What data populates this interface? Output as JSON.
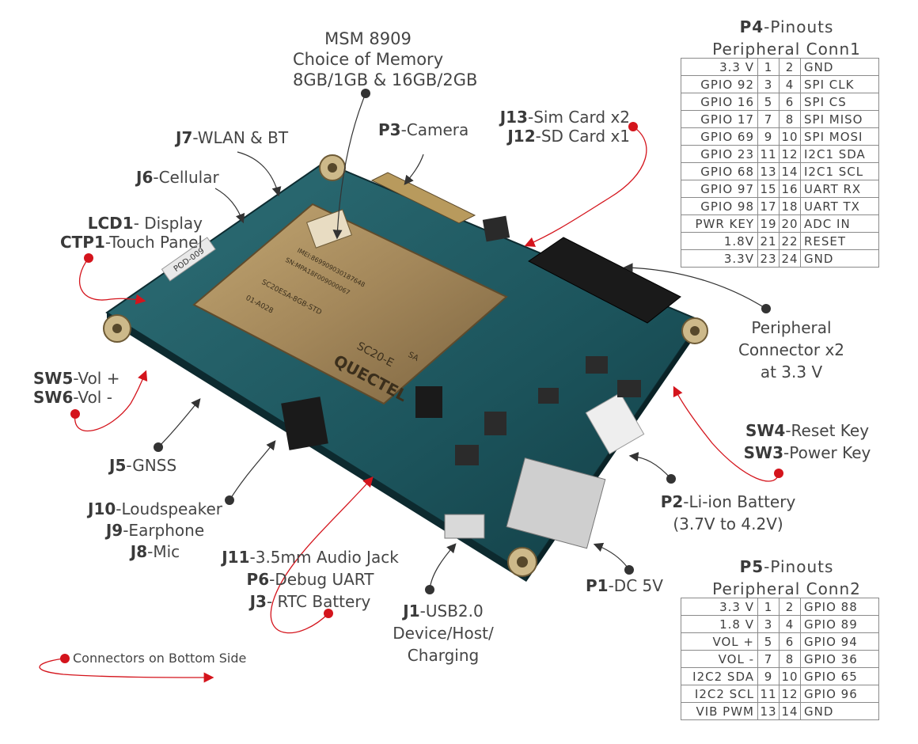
{
  "labels": {
    "msm": {
      "line1": "MSM 8909",
      "line2": "Choice of Memory",
      "line3": "8GB/1GB & 16GB/2GB"
    },
    "p3": {
      "code": "P3",
      "text": "-Camera"
    },
    "j13": {
      "code": "J13",
      "text": "-Sim Card x2"
    },
    "j12": {
      "code": "J12",
      "text": "-SD Card x1"
    },
    "j7": {
      "code": "J7",
      "text": "-WLAN & BT"
    },
    "j6": {
      "code": "J6",
      "text": "-Cellular"
    },
    "lcd1": {
      "code": "LCD1",
      "text": "- Display"
    },
    "ctp1": {
      "code": "CTP1",
      "text": "-Touch Panel"
    },
    "sw5": {
      "code": "SW5",
      "text": "-Vol +"
    },
    "sw6": {
      "code": "SW6",
      "text": "-Vol -"
    },
    "j5": {
      "code": "J5",
      "text": "-GNSS"
    },
    "j10": {
      "code": "J10",
      "text": "-Loudspeaker"
    },
    "j9": {
      "code": "J9",
      "text": "-Earphone"
    },
    "j8": {
      "code": "J8",
      "text": "-Mic"
    },
    "j11": {
      "code": "J11",
      "text": "-3.5mm Audio Jack"
    },
    "p6": {
      "code": "P6",
      "text": "-Debug UART"
    },
    "j3": {
      "code": "J3",
      "text": "- RTC Battery"
    },
    "j1": {
      "code": "J1",
      "text": "-USB2.0",
      "line2": "Device/Host/",
      "line3": "Charging"
    },
    "p1": {
      "code": "P1",
      "text": "-DC 5V"
    },
    "p2": {
      "code": "P2",
      "text": "-Li-ion Battery",
      "line2": "(3.7V to 4.2V)"
    },
    "sw4": {
      "code": "SW4",
      "text": "-Reset Key"
    },
    "sw3": {
      "code": "SW3",
      "text": "-Power Key"
    },
    "periph": {
      "line1": "Peripheral",
      "line2": "Connector x2",
      "line3": "at 3.3 V"
    }
  },
  "legend": {
    "text": "Connectors on Bottom Side"
  },
  "p4": {
    "title_code": "P4",
    "title_text": "-Pinouts",
    "subtitle": "Peripheral Conn1",
    "rows": [
      [
        "3.3 V",
        "1",
        "2",
        "GND"
      ],
      [
        "GPIO 92",
        "3",
        "4",
        "SPI CLK"
      ],
      [
        "GPIO 16",
        "5",
        "6",
        "SPI CS"
      ],
      [
        "GPIO 17",
        "7",
        "8",
        "SPI MISO"
      ],
      [
        "GPIO 69",
        "9",
        "10",
        "SPI MOSI"
      ],
      [
        "GPIO 23",
        "11",
        "12",
        "I2C1 SDA"
      ],
      [
        "GPIO 68",
        "13",
        "14",
        "I2C1 SCL"
      ],
      [
        "GPIO 97",
        "15",
        "16",
        "UART RX"
      ],
      [
        "GPIO 98",
        "17",
        "18",
        "UART TX"
      ],
      [
        "PWR KEY",
        "19",
        "20",
        "ADC IN"
      ],
      [
        "1.8V",
        "21",
        "22",
        "RESET"
      ],
      [
        "3.3V",
        "23",
        "24",
        "GND"
      ]
    ]
  },
  "p5": {
    "title_code": "P5",
    "title_text": "-Pinouts",
    "subtitle": "Peripheral Conn2",
    "rows": [
      [
        "3.3 V",
        "1",
        "2",
        "GPIO 88"
      ],
      [
        "1.8 V",
        "3",
        "4",
        "GPIO 89"
      ],
      [
        "VOL +",
        "5",
        "6",
        "GPIO 94"
      ],
      [
        "VOL -",
        "7",
        "8",
        "GPIO 36"
      ],
      [
        "I2C2 SDA",
        "9",
        "10",
        "GPIO 65"
      ],
      [
        "I2C2 SCL",
        "11",
        "12",
        "GPIO 96"
      ],
      [
        "VIB PWM",
        "13",
        "14",
        "GND"
      ]
    ]
  },
  "board": {
    "module_brand": "QUECTEL",
    "module_model": "SC20-E",
    "module_sub": "SA",
    "silk_tag": "POD-009",
    "module_part": "SC20ESA-8GB-STD",
    "module_sn": "SN:MPA18F009000067",
    "module_imei": "IMEI:869909030187648",
    "module_code": "01-A028"
  },
  "colors": {
    "board": "#1f5a63",
    "module": "#a58a5a",
    "red": "#d4141c",
    "line": "#333333"
  }
}
